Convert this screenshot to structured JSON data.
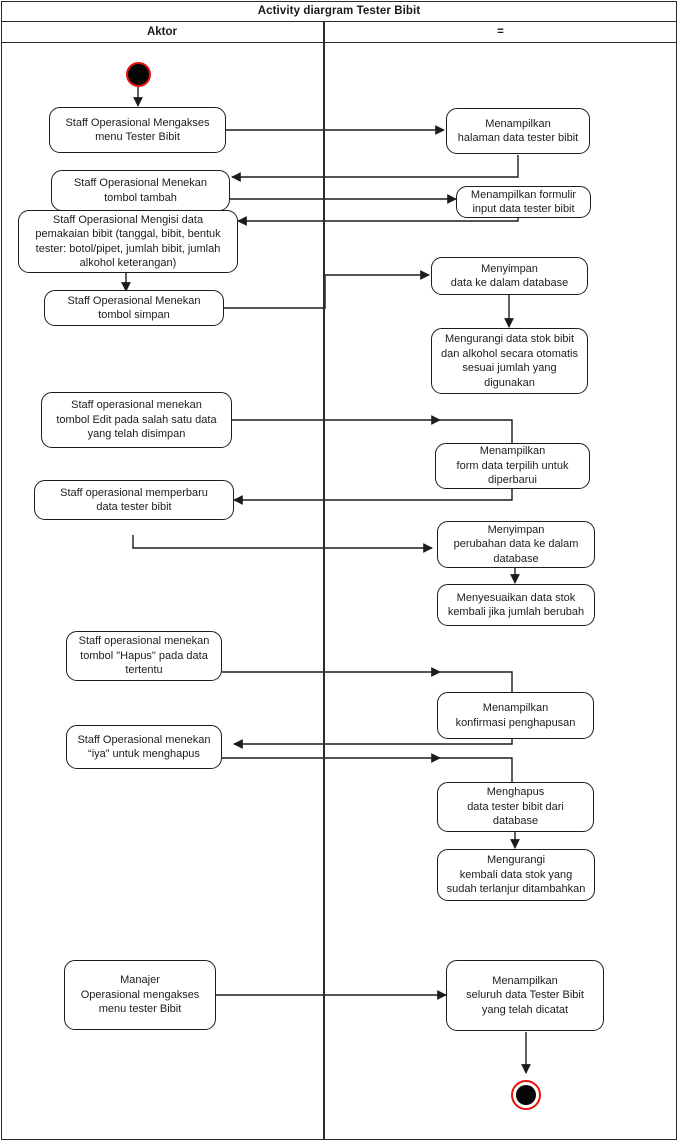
{
  "diagram": {
    "title": "Activity diargram Tester Bibit",
    "columns": [
      {
        "label": "Aktor"
      },
      {
        "label": "="
      }
    ],
    "colors": {
      "line": "#1c1c1c",
      "frame": "#2b2b2b",
      "terminal_ring": "#e8120c",
      "terminal_fill": "#050505",
      "node_fill": "#ffffff",
      "text": "#1d1d1d"
    },
    "nodes": {
      "start": {
        "name": "start-node",
        "column": "aktor"
      },
      "end": {
        "name": "end-node",
        "column": "sistem"
      },
      "aktor": [
        {
          "id": "a1",
          "text": "Staff Operasional Mengakses\nmenu Tester Bibit"
        },
        {
          "id": "a2",
          "text": "Staff Operasional Menekan\ntombol tambah"
        },
        {
          "id": "a3",
          "text": "Staff Operasional Mengisi data\npemakaian bibit (tanggal, bibit, bentuk\ntester: botol/pipet,  jumlah bibit, jumlah\nalkohol keterangan)"
        },
        {
          "id": "a4",
          "text": "Staff Operasional Menekan\ntombol simpan"
        },
        {
          "id": "a5",
          "text": "Staff operasional menekan\ntombol Edit pada salah satu data\nyang telah disimpan"
        },
        {
          "id": "a6",
          "text": "Staff operasional memperbaru\ndata tester bibit"
        },
        {
          "id": "a7",
          "text": "Staff operasional menekan\ntombol \"Hapus\" pada data\ntertentu"
        },
        {
          "id": "a8",
          "text": "Staff Operasional menekan\n“iya” untuk menghapus"
        },
        {
          "id": "a9",
          "text": "Manajer\nOperasional mengakses\nmenu tester Bibit"
        }
      ],
      "sistem": [
        {
          "id": "s1",
          "text": "Menampilkan\nhalaman data tester bibit"
        },
        {
          "id": "s2",
          "text": "Menampilkan formulir\ninput data tester bibit"
        },
        {
          "id": "s3",
          "text": "Menyimpan\ndata ke dalam database"
        },
        {
          "id": "s4",
          "text": "Mengurangi data stok bibit\ndan alkohol secara otomatis\nsesuai jumlah yang\ndigunakan"
        },
        {
          "id": "s5",
          "text": "Menampilkan\nform data terpilih untuk\ndiperbarui"
        },
        {
          "id": "s6",
          "text": "Menyimpan\nperubahan data ke dalam\ndatabase"
        },
        {
          "id": "s7",
          "text": "Menyesuaikan data stok\nkembali jika jumlah berubah"
        },
        {
          "id": "s8",
          "text": "Menampilkan\nkonfirmasi penghapusan"
        },
        {
          "id": "s9",
          "text": "Menghapus\ndata tester bibit  dari\ndatabase"
        },
        {
          "id": "s10",
          "text": "Mengurangi\nkembali data stok yang\nsudah terlanjur ditambahkan"
        },
        {
          "id": "s11",
          "text": "Menampilkan\nseluruh data Tester Bibit\nyang telah dicatat"
        }
      ]
    }
  }
}
